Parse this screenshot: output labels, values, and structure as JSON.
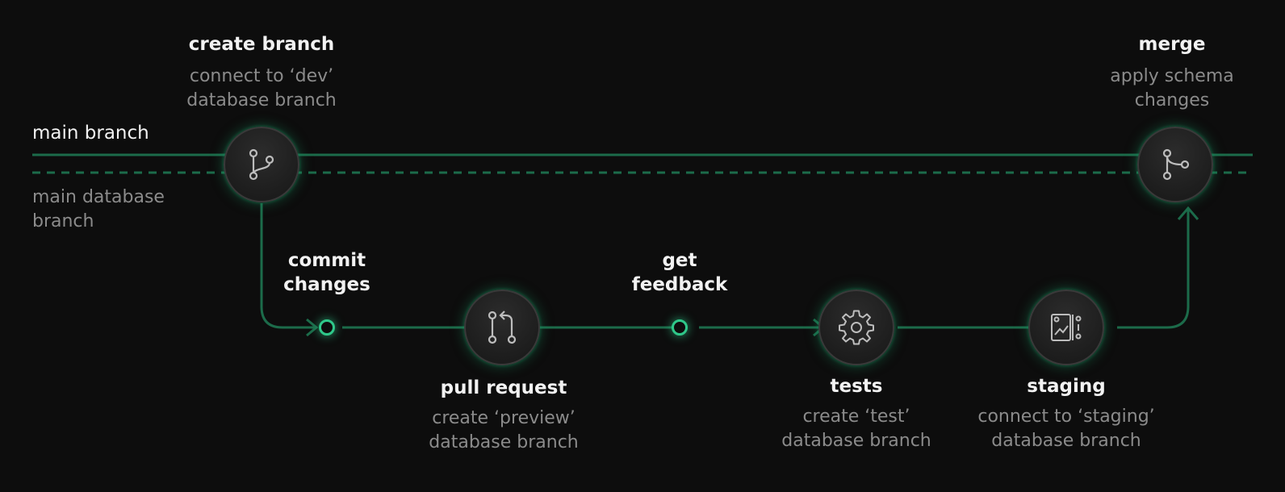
{
  "main_branch_label": "main branch",
  "main_database_branch_label": [
    "main database",
    "branch"
  ],
  "steps": {
    "create_branch": {
      "title": "create branch",
      "subtitle": [
        "connect to ‘dev’",
        "database branch"
      ],
      "icon": "git-branch-icon"
    },
    "merge": {
      "title": "merge",
      "subtitle": [
        "apply schema",
        "changes"
      ],
      "icon": "git-merge-icon"
    },
    "commit_changes": {
      "title": [
        "commit",
        "changes"
      ]
    },
    "pull_request": {
      "title": "pull request",
      "subtitle": [
        "create ‘preview’",
        "database branch"
      ],
      "icon": "pull-request-icon"
    },
    "get_feedback": {
      "title": [
        "get",
        "feedback"
      ]
    },
    "tests": {
      "title": "tests",
      "subtitle": [
        "create ‘test’",
        "database branch"
      ],
      "icon": "gear-icon"
    },
    "staging": {
      "title": "staging",
      "subtitle": [
        "connect to ‘staging’",
        "database branch"
      ],
      "icon": "staging-chart-icon"
    }
  },
  "colors": {
    "background": "#0d0d0d",
    "line": "#1c6b4a",
    "accent": "#2fc88a",
    "title": "#f2f2f2",
    "subtitle": "#8b8b8b"
  }
}
